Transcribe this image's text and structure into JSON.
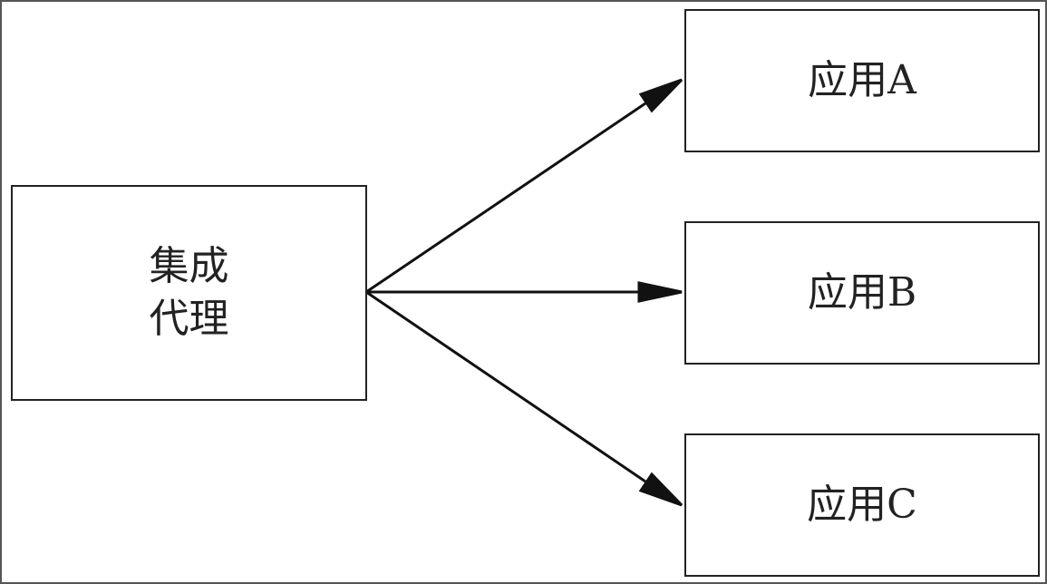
{
  "nodes": {
    "source": {
      "line1": "集成",
      "line2": "代理"
    },
    "app_a": "应用A",
    "app_b": "应用B",
    "app_c": "应用C"
  },
  "edges": [
    {
      "from": "source",
      "to": "app_a"
    },
    {
      "from": "source",
      "to": "app_b"
    },
    {
      "from": "source",
      "to": "app_c"
    }
  ]
}
